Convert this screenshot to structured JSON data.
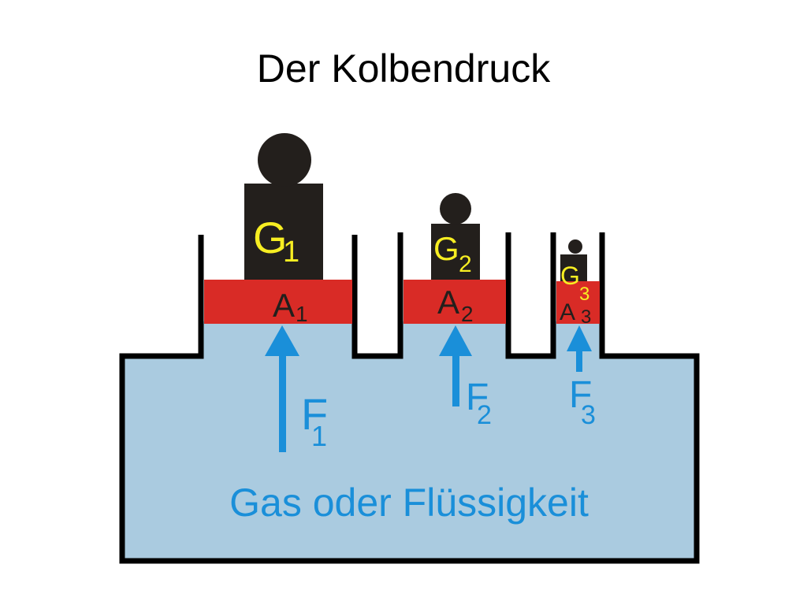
{
  "title": "Der Kolbendruck",
  "medium_label": "Gas oder Flüssigkeit",
  "pistons": [
    {
      "weight_letter": "G",
      "weight_sub": "1",
      "area_letter": "A",
      "area_sub": "1",
      "force_letter": "F",
      "force_sub": "1"
    },
    {
      "weight_letter": "G",
      "weight_sub": "2",
      "area_letter": "A",
      "area_sub": "2",
      "force_letter": "F",
      "force_sub": "2"
    },
    {
      "weight_letter": "G",
      "weight_sub": "3",
      "area_letter": "A",
      "area_sub": "3",
      "force_letter": "F",
      "force_sub": "3"
    }
  ],
  "colors": {
    "fluid": "#aacbe0",
    "piston": "#d92b26",
    "weight": "#231f1c",
    "weight_label": "#f7ee22",
    "force": "#1a8fd9",
    "outline": "#000000"
  }
}
